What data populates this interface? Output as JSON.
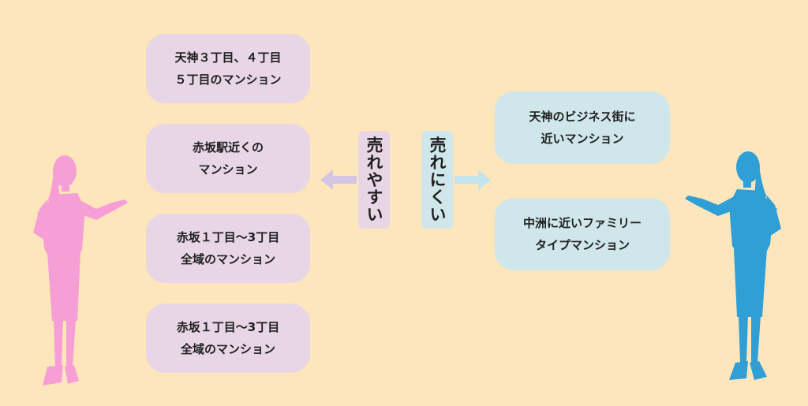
{
  "left_group": {
    "label": "売れやすい",
    "items": [
      {
        "line1": "天神３丁目、４丁目",
        "line2": "５丁目のマンション"
      },
      {
        "line1": "赤坂駅近くの",
        "line2": "マンション"
      },
      {
        "line1": "赤坂１丁目〜3丁目",
        "line2": "全域のマンション"
      },
      {
        "line1": "赤坂１丁目〜3丁目",
        "line2": "全域のマンション"
      }
    ]
  },
  "right_group": {
    "label": "売れにくい",
    "items": [
      {
        "line1": "天神のビジネス街に",
        "line2": "近いマンション"
      },
      {
        "line1": "中洲に近いファミリー",
        "line2": "タイプマンション"
      }
    ]
  },
  "colors": {
    "background": "#fde6bc",
    "pink_box": "#e8d6e6",
    "blue_box": "#cfe6ea",
    "pink_figure": "#f59fd6",
    "blue_figure": "#2f9fd6",
    "left_arrow": "#d4c6e3",
    "right_arrow": "#c3e3ee"
  },
  "icons": [
    "woman-presenter-pink-icon",
    "woman-presenter-blue-icon",
    "arrow-left-icon",
    "arrow-right-icon"
  ]
}
